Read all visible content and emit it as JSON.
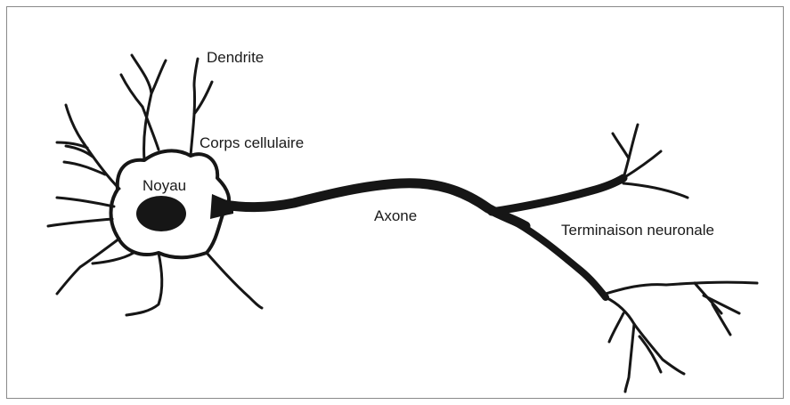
{
  "diagram": {
    "labels": {
      "dendrite": "Dendrite",
      "cell_body": "Corps cellulaire",
      "nucleus": "Noyau",
      "axon": "Axone",
      "terminal": "Terminaison neuronale"
    },
    "colors": {
      "ink": "#161616",
      "frame": "#8a8a8a",
      "background": "#ffffff"
    }
  }
}
